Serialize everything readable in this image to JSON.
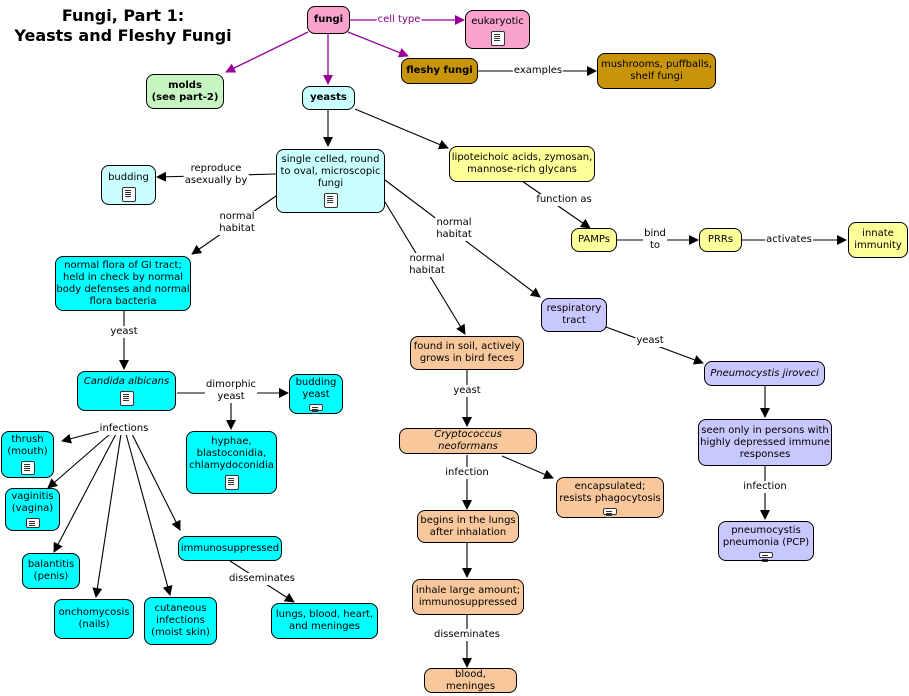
{
  "title": {
    "line1": "Fungi, Part 1:",
    "line2": "Yeasts and Fleshy Fungi"
  },
  "colors": {
    "pink": "#f9a3cc",
    "green": "#c6f5c1",
    "cyan": "#c9ffff",
    "teal": "#00ffff",
    "brown": "#c8940a",
    "peach": "#f8c89c",
    "yellow": "#ffff99",
    "lavender": "#c8c8ff",
    "purple_link": "#990099"
  },
  "nodes": {
    "fungi": "fungi",
    "eukaryotic": "eukaryotic",
    "molds": "molds\n(see part-2)",
    "yeasts": "yeasts",
    "fleshy_fungi": "fleshy fungi",
    "mushrooms": "mushrooms, puffballs,\nshelf fungi",
    "single_celled": "single celled, round\nto oval, microscopic\nfungi",
    "budding": "budding",
    "lipoteichoic": "lipoteichoic acids, zymosan,\nmannose-rich glycans",
    "pamps": "PAMPs",
    "prrs": "PRRs",
    "innate": "innate\nimmunity",
    "normal_flora": "normal flora of GI tract;\nheld in check by normal\nbody defenses and normal\nflora bacteria",
    "respiratory": "respiratory\ntract",
    "found_in_soil": "found in soil, actively\ngrows in bird feces",
    "pneumocystis": "Pneumocystis jiroveci",
    "candida": "Candida albicans",
    "budding_yeast": "budding\nyeast",
    "hyphae": "hyphae,\nblastoconidia,\nchlamydoconidia",
    "thrush": "thrush\n(mouth)",
    "vaginitis": "vaginitis\n(vagina)",
    "balantitis": "balantitis\n(penis)",
    "onchomycosis": "onchomycosis\n(nails)",
    "cutaneous": "cutaneous\ninfections\n(moist skin)",
    "immunosuppressed": "immunosuppressed",
    "lungs_blood": "lungs, blood, heart,\nand meninges",
    "cryptococcus": "Cryptococcus neoformans",
    "encapsulated": "encapsulated;\nresists phagocytosis",
    "begins_lungs": "begins in the lungs\nafter inhalation",
    "inhale_large": "inhale large amount;\nimmunosuppressed",
    "blood_meninges": "blood, meninges",
    "seen_only": "seen only in persons with\nhighly depressed immune\nresponses",
    "pcp": "pneumocystis\npneumonia (PCP)"
  },
  "links": {
    "cell_type": "cell type",
    "examples": "examples",
    "reproduce": "reproduce\nasexually by",
    "normal_habitat_1": "normal\nhabitat",
    "normal_habitat_2": "normal\nhabitat",
    "normal_habitat_3": "normal\nhabitat",
    "function_as": "function as",
    "bind_to": "bind\nto",
    "activates": "activates",
    "yeast_1": "yeast",
    "yeast_2": "yeast",
    "yeast_3": "yeast",
    "dimorphic_yeast": "dimorphic\nyeast",
    "infections": "infections",
    "disseminates_1": "disseminates",
    "infection_1": "infection",
    "infection_2": "infection",
    "disseminates_2": "disseminates"
  }
}
